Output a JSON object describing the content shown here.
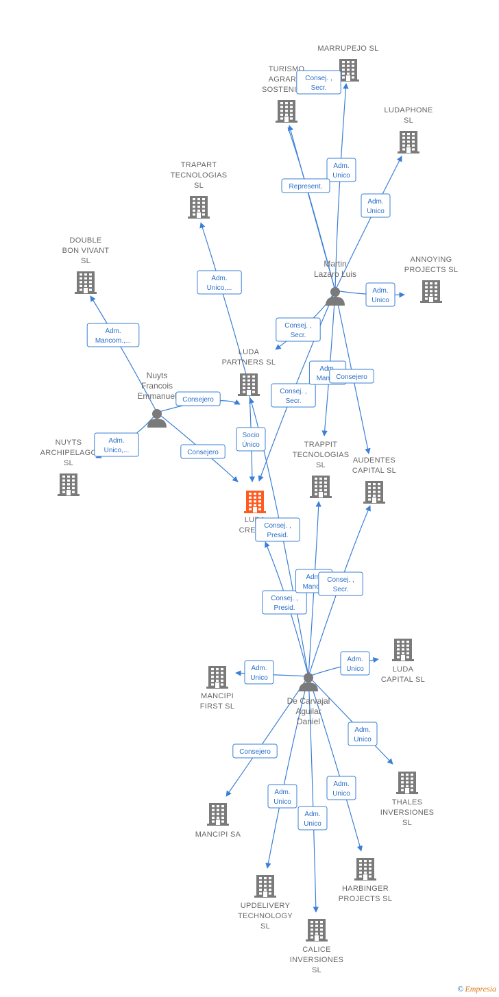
{
  "colors": {
    "accent": "#3a7fd5",
    "company": "#7a7a7a",
    "focus_company": "#ff5a1f",
    "person": "#7a7a7a",
    "label": "#666666"
  },
  "brand": {
    "copyright": "©",
    "name": "Empresia"
  },
  "nodes": [
    {
      "id": "luda_creations",
      "type": "company",
      "focus": true,
      "label": [
        "LUDA",
        "CREAT..."
      ]
    },
    {
      "id": "marrupejo",
      "type": "company",
      "label": [
        "MARRUPEJO SL"
      ]
    },
    {
      "id": "turismo",
      "type": "company",
      "label": [
        "TURISMO",
        "AGRARIO",
        "SOSTENIBLE"
      ]
    },
    {
      "id": "ludaphone",
      "type": "company",
      "label": [
        "LUDAPHONE",
        "SL"
      ]
    },
    {
      "id": "trapart",
      "type": "company",
      "label": [
        "TRAPART",
        "TECNOLOGIAS",
        "SL"
      ]
    },
    {
      "id": "double_bon",
      "type": "company",
      "label": [
        "DOUBLE",
        "BON VIVANT",
        "SL"
      ]
    },
    {
      "id": "annoying",
      "type": "company",
      "label": [
        "ANNOYING",
        "PROJECTS SL"
      ]
    },
    {
      "id": "luda_partners",
      "type": "company",
      "label": [
        "LUDA",
        "PARTNERS  SL"
      ]
    },
    {
      "id": "nuyts_arch",
      "type": "company",
      "label": [
        "NUYTS",
        "ARCHIPELAGO",
        "SL"
      ]
    },
    {
      "id": "trappit",
      "type": "company",
      "label": [
        "TRAPPIT",
        "TECNOLOGIAS",
        "SL"
      ]
    },
    {
      "id": "audentes",
      "type": "company",
      "label": [
        "AUDENTES",
        "CAPITAL  SL"
      ]
    },
    {
      "id": "luda_capital",
      "type": "company",
      "label": [
        "LUDA",
        "CAPITAL  SL"
      ]
    },
    {
      "id": "mancipi_first",
      "type": "company",
      "label": [
        "MANCIPI",
        "FIRST  SL"
      ]
    },
    {
      "id": "thales",
      "type": "company",
      "label": [
        "THALES",
        "INVERSIONES",
        "SL"
      ]
    },
    {
      "id": "mancipi_sa",
      "type": "company",
      "label": [
        "MANCIPI SA"
      ]
    },
    {
      "id": "harbinger",
      "type": "company",
      "label": [
        "HARBINGER",
        "PROJECTS  SL"
      ]
    },
    {
      "id": "updelivery",
      "type": "company",
      "label": [
        "UPDELIVERY",
        "TECHNOLOGY",
        "SL"
      ]
    },
    {
      "id": "calice",
      "type": "company",
      "label": [
        "CALICE",
        "INVERSIONES",
        "SL"
      ]
    },
    {
      "id": "martin",
      "type": "person",
      "label": [
        "Martin",
        "Lazaro Luis"
      ]
    },
    {
      "id": "nuyts",
      "type": "person",
      "label": [
        "Nuyts",
        "Francois",
        "Emmanuel"
      ]
    },
    {
      "id": "carvajal",
      "type": "person",
      "label": [
        "De Carvajal",
        "Aguilar",
        "Daniel"
      ]
    }
  ],
  "edges": [
    {
      "from": "martin",
      "to": "marrupejo",
      "label": [
        "Adm.",
        "Unico"
      ]
    },
    {
      "from": "martin",
      "to": "turismo",
      "label": [
        "Represent."
      ]
    },
    {
      "from": "martin",
      "to": "turismo",
      "label": [
        "Consej. ,",
        "Secr."
      ]
    },
    {
      "from": "martin",
      "to": "ludaphone",
      "label": [
        "Adm.",
        "Unico"
      ]
    },
    {
      "from": "martin",
      "to": "annoying",
      "label": [
        "Adm.",
        "Unico"
      ]
    },
    {
      "from": "martin",
      "to": "luda_partners",
      "label": [
        "Consej. ,",
        "Secr."
      ]
    },
    {
      "from": "martin",
      "to": "luda_creations",
      "label": [
        "Consej. ,",
        "Secr."
      ]
    },
    {
      "from": "martin",
      "to": "trappit",
      "label": [
        "Adm.",
        "Manc..."
      ]
    },
    {
      "from": "martin",
      "to": "audentes",
      "label": [
        "Consejero"
      ]
    },
    {
      "from": "luda_partners",
      "to": "trapart",
      "label": [
        "Adm.",
        "Unico,..."
      ]
    },
    {
      "from": "luda_partners",
      "to": "luda_creations",
      "label": [
        "Socio",
        "Único"
      ]
    },
    {
      "from": "nuyts",
      "to": "double_bon",
      "label": [
        "Adm.",
        "Mancom.,..."
      ]
    },
    {
      "from": "nuyts",
      "to": "luda_partners",
      "label": [
        "Consejero"
      ]
    },
    {
      "from": "nuyts",
      "to": "nuyts_arch",
      "label": [
        "Adm.",
        "Unico,..."
      ]
    },
    {
      "from": "nuyts",
      "to": "luda_creations",
      "label": [
        "Consejero"
      ]
    },
    {
      "from": "carvajal",
      "to": "luda_creations",
      "label": [
        "Consej. ,",
        "Presid."
      ]
    },
    {
      "from": "carvajal",
      "to": "luda_partners",
      "label": [
        "Consej. ,",
        "Presid."
      ]
    },
    {
      "from": "carvajal",
      "to": "trappit",
      "label": [
        "Adm.",
        "Manc..."
      ]
    },
    {
      "from": "carvajal",
      "to": "audentes",
      "label": [
        "Consej. ,",
        "Secr."
      ]
    },
    {
      "from": "carvajal",
      "to": "luda_capital",
      "label": [
        "Adm.",
        "Unico"
      ]
    },
    {
      "from": "carvajal",
      "to": "mancipi_first",
      "label": [
        "Adm.",
        "Unico"
      ]
    },
    {
      "from": "carvajal",
      "to": "thales",
      "label": [
        "Adm.",
        "Unico"
      ]
    },
    {
      "from": "carvajal",
      "to": "mancipi_sa",
      "label": [
        "Consejero"
      ]
    },
    {
      "from": "carvajal",
      "to": "updelivery",
      "label": [
        "Adm.",
        "Unico"
      ]
    },
    {
      "from": "carvajal",
      "to": "harbinger",
      "label": [
        "Adm.",
        "Unico"
      ]
    },
    {
      "from": "carvajal",
      "to": "calice",
      "label": [
        "Adm.",
        "Unico"
      ]
    }
  ]
}
